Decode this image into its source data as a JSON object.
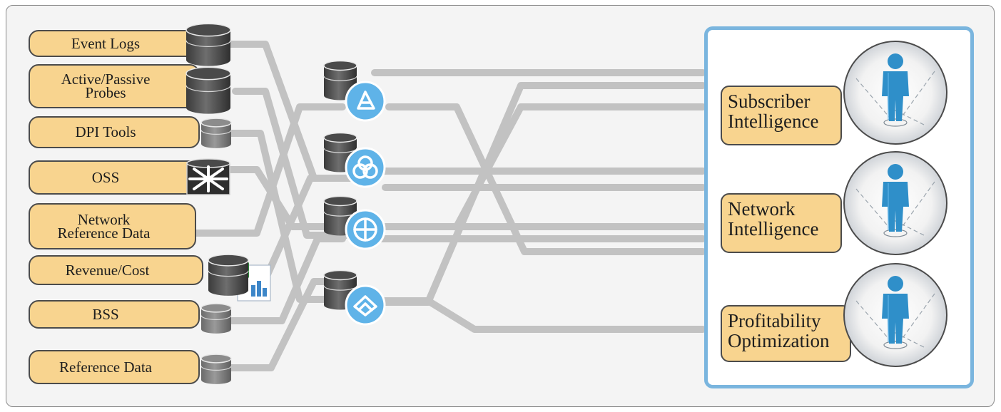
{
  "sources": [
    {
      "label": "Event Logs",
      "icon": "database-icon"
    },
    {
      "label": "Active/Passive\nProbes",
      "icon": "database-icon"
    },
    {
      "label": "DPI Tools",
      "icon": "small-database-icon"
    },
    {
      "label": "OSS",
      "icon": "router-icon"
    },
    {
      "label": "Network\nReference Data",
      "icon": "none"
    },
    {
      "label": "Revenue/Cost",
      "icon": "database-with-spreadsheet-icon"
    },
    {
      "label": "BSS",
      "icon": "small-database-icon"
    },
    {
      "label": "Reference Data",
      "icon": "small-database-icon"
    }
  ],
  "processing_nodes": [
    {
      "icon": "triangle-logo-icon"
    },
    {
      "icon": "venn-logo-icon"
    },
    {
      "icon": "quadrant-logo-icon"
    },
    {
      "icon": "layers-logo-icon"
    }
  ],
  "outputs": [
    {
      "label": "Subscriber\nIntelligence",
      "icon": "person-icon"
    },
    {
      "label": "Network\nIntelligence",
      "icon": "person-icon"
    },
    {
      "label": "Profitability\nOptimization",
      "icon": "person-icon"
    }
  ],
  "colors": {
    "label_fill": "#f8d48f",
    "label_border": "#4b4b4b",
    "wire": "#c2c2c2",
    "panel_border": "#7ab5de",
    "node_blue": "#5fb3e8",
    "person_blue": "#2f8fc9"
  }
}
